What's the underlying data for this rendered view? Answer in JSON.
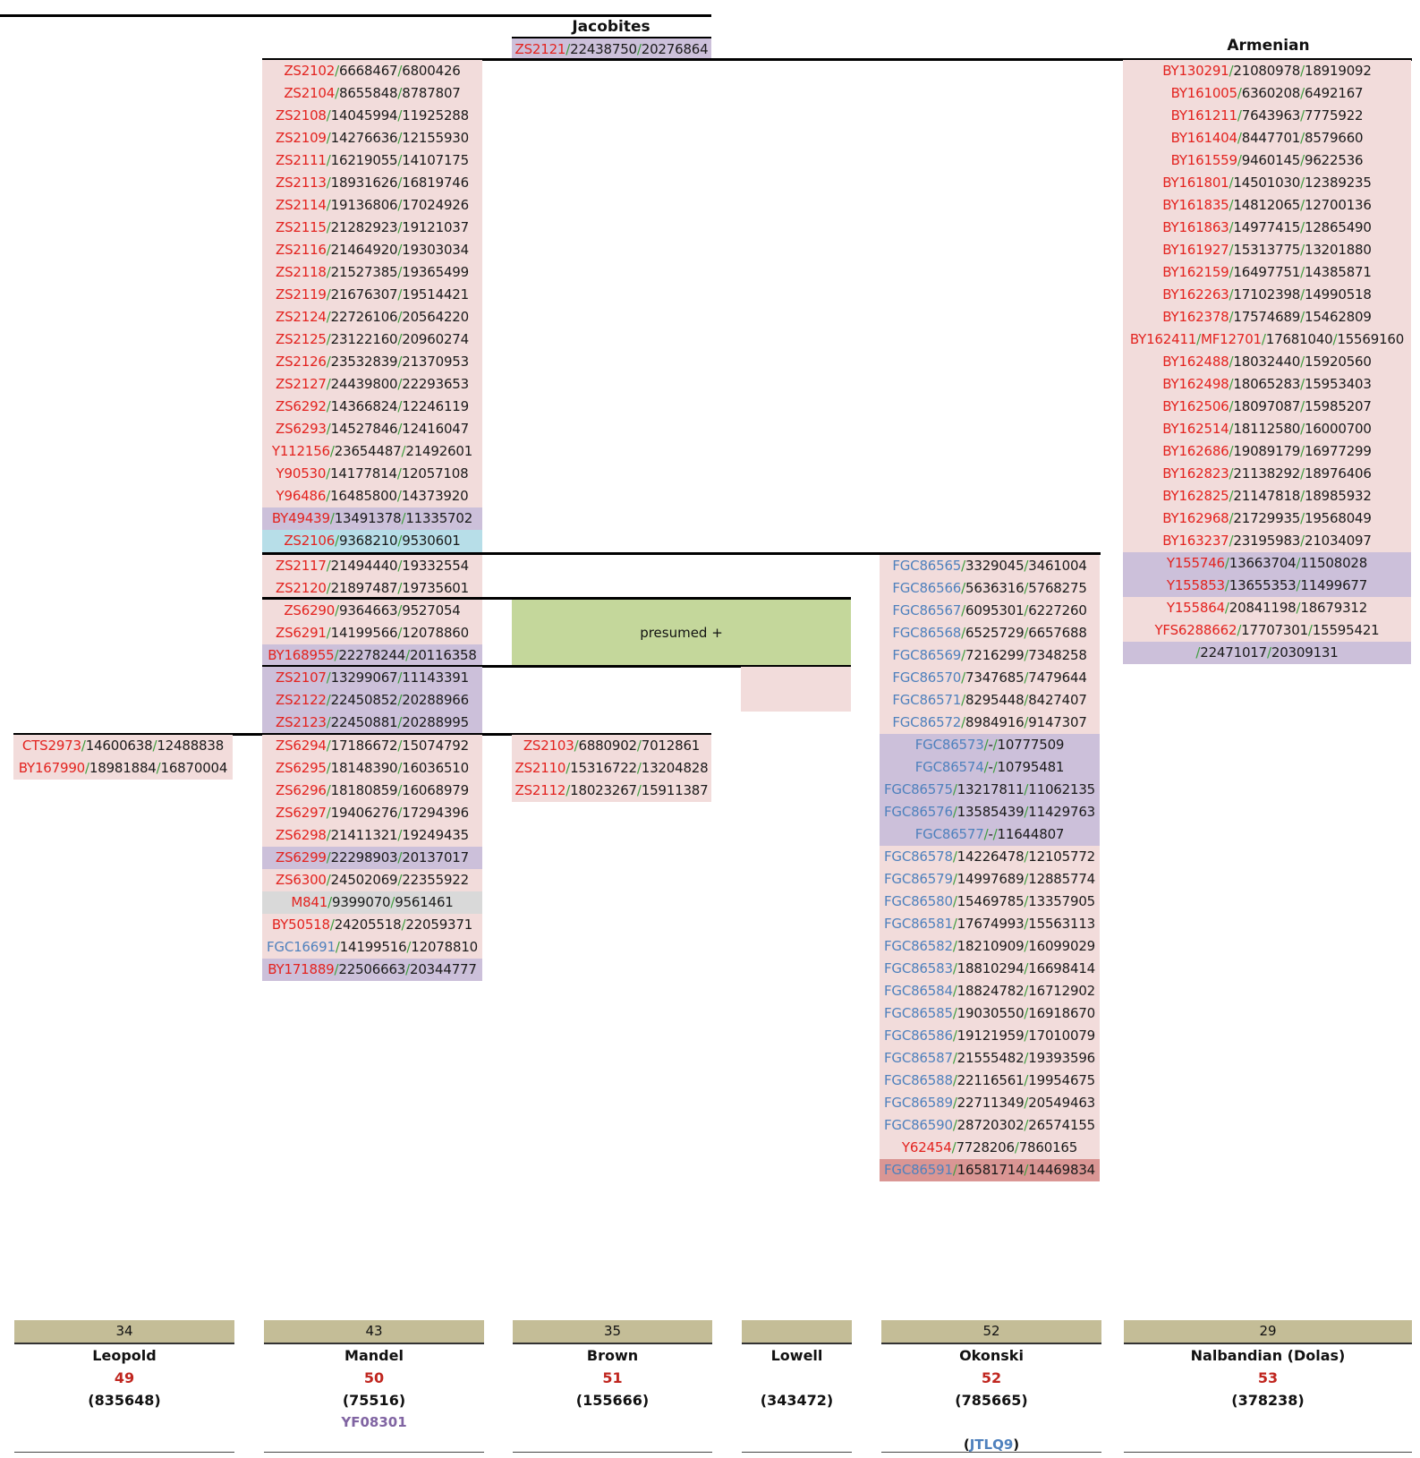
{
  "groups": {
    "jacobites": "Jacobites",
    "armenian": "Armenian",
    "presumed": "presumed +"
  },
  "jacobites_top": [
    {
      "snp": "ZS2121",
      "pos1": "22438750",
      "pos2": "20276864",
      "bg": "purple",
      "c": "r"
    }
  ],
  "leopold": [
    {
      "snp": "CTS2973",
      "pos1": "14600638",
      "pos2": "12488838",
      "bg": "pink",
      "c": "r"
    },
    {
      "snp": "BY167990",
      "pos1": "18981884",
      "pos2": "16870004",
      "bg": "pink",
      "c": "r"
    }
  ],
  "mandel_a": [
    {
      "snp": "ZS2102",
      "pos1": "6668467",
      "pos2": "6800426",
      "bg": "pink",
      "c": "r"
    },
    {
      "snp": "ZS2104",
      "pos1": "8655848",
      "pos2": "8787807",
      "bg": "pink",
      "c": "r"
    },
    {
      "snp": "ZS2108",
      "pos1": "14045994",
      "pos2": "11925288",
      "bg": "pink",
      "c": "r"
    },
    {
      "snp": "ZS2109",
      "pos1": "14276636",
      "pos2": "12155930",
      "bg": "pink",
      "c": "r"
    },
    {
      "snp": "ZS2111",
      "pos1": "16219055",
      "pos2": "14107175",
      "bg": "pink",
      "c": "r"
    },
    {
      "snp": "ZS2113",
      "pos1": "18931626",
      "pos2": "16819746",
      "bg": "pink",
      "c": "r"
    },
    {
      "snp": "ZS2114",
      "pos1": "19136806",
      "pos2": "17024926",
      "bg": "pink",
      "c": "r"
    },
    {
      "snp": "ZS2115",
      "pos1": "21282923",
      "pos2": "19121037",
      "bg": "pink",
      "c": "r"
    },
    {
      "snp": "ZS2116",
      "pos1": "21464920",
      "pos2": "19303034",
      "bg": "pink",
      "c": "r"
    },
    {
      "snp": "ZS2118",
      "pos1": "21527385",
      "pos2": "19365499",
      "bg": "pink",
      "c": "r"
    },
    {
      "snp": "ZS2119",
      "pos1": "21676307",
      "pos2": "19514421",
      "bg": "pink",
      "c": "r"
    },
    {
      "snp": "ZS2124",
      "pos1": "22726106",
      "pos2": "20564220",
      "bg": "pink",
      "c": "r"
    },
    {
      "snp": "ZS2125",
      "pos1": "23122160",
      "pos2": "20960274",
      "bg": "pink",
      "c": "r"
    },
    {
      "snp": "ZS2126",
      "pos1": "23532839",
      "pos2": "21370953",
      "bg": "pink",
      "c": "r"
    },
    {
      "snp": "ZS2127",
      "pos1": "24439800",
      "pos2": "22293653",
      "bg": "pink",
      "c": "r"
    },
    {
      "snp": "ZS6292",
      "pos1": "14366824",
      "pos2": "12246119",
      "bg": "pink",
      "c": "r"
    },
    {
      "snp": "ZS6293",
      "pos1": "14527846",
      "pos2": "12416047",
      "bg": "pink",
      "c": "r"
    },
    {
      "snp": "Y112156",
      "pos1": "23654487",
      "pos2": "21492601",
      "bg": "pink",
      "c": "r"
    },
    {
      "snp": "Y90530",
      "pos1": "14177814",
      "pos2": "12057108",
      "bg": "pink",
      "c": "r"
    },
    {
      "snp": "Y96486",
      "pos1": "16485800",
      "pos2": "14373920",
      "bg": "pink",
      "c": "r"
    },
    {
      "snp": "BY49439",
      "pos1": "13491378",
      "pos2": "11335702",
      "bg": "purple",
      "c": "r"
    },
    {
      "snp": "ZS2106",
      "pos1": "9368210",
      "pos2": "9530601",
      "bg": "cyan",
      "c": "r"
    }
  ],
  "mandel_b": [
    {
      "snp": "ZS2117",
      "pos1": "21494440",
      "pos2": "19332554",
      "bg": "pink",
      "c": "r"
    },
    {
      "snp": "ZS2120",
      "pos1": "21897487",
      "pos2": "19735601",
      "bg": "pink",
      "c": "r"
    }
  ],
  "mandel_c": [
    {
      "snp": "ZS6290",
      "pos1": "9364663",
      "pos2": "9527054",
      "bg": "pink",
      "c": "r"
    },
    {
      "snp": "ZS6291",
      "pos1": "14199566",
      "pos2": "12078860",
      "bg": "pink",
      "c": "r"
    },
    {
      "snp": "BY168955",
      "pos1": "22278244",
      "pos2": "20116358",
      "bg": "purple",
      "c": "r"
    }
  ],
  "mandel_d": [
    {
      "snp": "ZS2107",
      "pos1": "13299067",
      "pos2": "11143391",
      "bg": "purple",
      "c": "r"
    },
    {
      "snp": "ZS2122",
      "pos1": "22450852",
      "pos2": "20288966",
      "bg": "purple",
      "c": "r"
    },
    {
      "snp": "ZS2123",
      "pos1": "22450881",
      "pos2": "20288995",
      "bg": "purple",
      "c": "r"
    }
  ],
  "mandel_e": [
    {
      "snp": "ZS6294",
      "pos1": "17186672",
      "pos2": "15074792",
      "bg": "pink",
      "c": "r"
    },
    {
      "snp": "ZS6295",
      "pos1": "18148390",
      "pos2": "16036510",
      "bg": "pink",
      "c": "r"
    },
    {
      "snp": "ZS6296",
      "pos1": "18180859",
      "pos2": "16068979",
      "bg": "pink",
      "c": "r"
    },
    {
      "snp": "ZS6297",
      "pos1": "19406276",
      "pos2": "17294396",
      "bg": "pink",
      "c": "r"
    },
    {
      "snp": "ZS6298",
      "pos1": "21411321",
      "pos2": "19249435",
      "bg": "pink",
      "c": "r"
    },
    {
      "snp": "ZS6299",
      "pos1": "22298903",
      "pos2": "20137017",
      "bg": "purple",
      "c": "r"
    },
    {
      "snp": "ZS6300",
      "pos1": "24502069",
      "pos2": "22355922",
      "bg": "pink",
      "c": "r"
    },
    {
      "snp": "M841",
      "pos1": "9399070",
      "pos2": "9561461",
      "bg": "gray",
      "c": "r"
    },
    {
      "snp": "BY50518",
      "pos1": "24205518",
      "pos2": "22059371",
      "bg": "pink",
      "c": "r"
    },
    {
      "snp": "FGC16691",
      "pos1": "14199516",
      "pos2": "12078810",
      "bg": "pink",
      "c": "b"
    },
    {
      "snp": "BY171889",
      "pos1": "22506663",
      "pos2": "20344777",
      "bg": "purple",
      "c": "r"
    }
  ],
  "brown": [
    {
      "snp": "ZS2103",
      "pos1": "6880902",
      "pos2": "7012861",
      "bg": "pink",
      "c": "r"
    },
    {
      "snp": "ZS2110",
      "pos1": "15316722",
      "pos2": "13204828",
      "bg": "pink",
      "c": "r"
    },
    {
      "snp": "ZS2112",
      "pos1": "18023267",
      "pos2": "15911387",
      "bg": "pink",
      "c": "r"
    }
  ],
  "okonski": [
    {
      "snp": "FGC86565",
      "pos1": "3329045",
      "pos2": "3461004",
      "bg": "pink",
      "c": "b"
    },
    {
      "snp": "FGC86566",
      "pos1": "5636316",
      "pos2": "5768275",
      "bg": "pink",
      "c": "b"
    },
    {
      "snp": "FGC86567",
      "pos1": "6095301",
      "pos2": "6227260",
      "bg": "pink",
      "c": "b"
    },
    {
      "snp": "FGC86568",
      "pos1": "6525729",
      "pos2": "6657688",
      "bg": "pink",
      "c": "b"
    },
    {
      "snp": "FGC86569",
      "pos1": "7216299",
      "pos2": "7348258",
      "bg": "pink",
      "c": "b"
    },
    {
      "snp": "FGC86570",
      "pos1": "7347685",
      "pos2": "7479644",
      "bg": "pink",
      "c": "b"
    },
    {
      "snp": "FGC86571",
      "pos1": "8295448",
      "pos2": "8427407",
      "bg": "pink",
      "c": "b"
    },
    {
      "snp": "FGC86572",
      "pos1": "8984916",
      "pos2": "9147307",
      "bg": "pink",
      "c": "b"
    },
    {
      "snp": "FGC86573",
      "pos1": "-",
      "pos2": "10777509",
      "bg": "purple",
      "c": "b"
    },
    {
      "snp": "FGC86574",
      "pos1": "-",
      "pos2": "10795481",
      "bg": "purple",
      "c": "b"
    },
    {
      "snp": "FGC86575",
      "pos1": "13217811",
      "pos2": "11062135",
      "bg": "purple",
      "c": "b"
    },
    {
      "snp": "FGC86576",
      "pos1": "13585439",
      "pos2": "11429763",
      "bg": "purple",
      "c": "b"
    },
    {
      "snp": "FGC86577",
      "pos1": "-",
      "pos2": "11644807",
      "bg": "purple",
      "c": "b"
    },
    {
      "snp": "FGC86578",
      "pos1": "14226478",
      "pos2": "12105772",
      "bg": "pink",
      "c": "b"
    },
    {
      "snp": "FGC86579",
      "pos1": "14997689",
      "pos2": "12885774",
      "bg": "pink",
      "c": "b"
    },
    {
      "snp": "FGC86580",
      "pos1": "15469785",
      "pos2": "13357905",
      "bg": "pink",
      "c": "b"
    },
    {
      "snp": "FGC86581",
      "pos1": "17674993",
      "pos2": "15563113",
      "bg": "pink",
      "c": "b"
    },
    {
      "snp": "FGC86582",
      "pos1": "18210909",
      "pos2": "16099029",
      "bg": "pink",
      "c": "b"
    },
    {
      "snp": "FGC86583",
      "pos1": "18810294",
      "pos2": "16698414",
      "bg": "pink",
      "c": "b"
    },
    {
      "snp": "FGC86584",
      "pos1": "18824782",
      "pos2": "16712902",
      "bg": "pink",
      "c": "b"
    },
    {
      "snp": "FGC86585",
      "pos1": "19030550",
      "pos2": "16918670",
      "bg": "pink",
      "c": "b"
    },
    {
      "snp": "FGC86586",
      "pos1": "19121959",
      "pos2": "17010079",
      "bg": "pink",
      "c": "b"
    },
    {
      "snp": "FGC86587",
      "pos1": "21555482",
      "pos2": "19393596",
      "bg": "pink",
      "c": "b"
    },
    {
      "snp": "FGC86588",
      "pos1": "22116561",
      "pos2": "19954675",
      "bg": "pink",
      "c": "b"
    },
    {
      "snp": "FGC86589",
      "pos1": "22711349",
      "pos2": "20549463",
      "bg": "pink",
      "c": "b"
    },
    {
      "snp": "FGC86590",
      "pos1": "28720302",
      "pos2": "26574155",
      "bg": "pink",
      "c": "b"
    },
    {
      "snp": "Y62454",
      "pos1": "7728206",
      "pos2": "7860165",
      "bg": "pink",
      "c": "r"
    },
    {
      "snp": "FGC86591",
      "pos1": "16581714",
      "pos2": "14469834",
      "bg": "rose",
      "c": "b"
    }
  ],
  "armenian": [
    {
      "snp": "BY130291",
      "pos1": "21080978",
      "pos2": "18919092",
      "bg": "pink",
      "c": "r"
    },
    {
      "snp": "BY161005",
      "pos1": "6360208",
      "pos2": "6492167",
      "bg": "pink",
      "c": "r"
    },
    {
      "snp": "BY161211",
      "pos1": "7643963",
      "pos2": "7775922",
      "bg": "pink",
      "c": "r"
    },
    {
      "snp": "BY161404",
      "pos1": "8447701",
      "pos2": "8579660",
      "bg": "pink",
      "c": "r"
    },
    {
      "snp": "BY161559",
      "pos1": "9460145",
      "pos2": "9622536",
      "bg": "pink",
      "c": "r"
    },
    {
      "snp": "BY161801",
      "pos1": "14501030",
      "pos2": "12389235",
      "bg": "pink",
      "c": "r"
    },
    {
      "snp": "BY161835",
      "pos1": "14812065",
      "pos2": "12700136",
      "bg": "pink",
      "c": "r"
    },
    {
      "snp": "BY161863",
      "pos1": "14977415",
      "pos2": "12865490",
      "bg": "pink",
      "c": "r"
    },
    {
      "snp": "BY161927",
      "pos1": "15313775",
      "pos2": "13201880",
      "bg": "pink",
      "c": "r"
    },
    {
      "snp": "BY162159",
      "pos1": "16497751",
      "pos2": "14385871",
      "bg": "pink",
      "c": "r"
    },
    {
      "snp": "BY162263",
      "pos1": "17102398",
      "pos2": "14990518",
      "bg": "pink",
      "c": "r"
    },
    {
      "snp": "BY162378",
      "pos1": "17574689",
      "pos2": "15462809",
      "bg": "pink",
      "c": "r"
    },
    {
      "snp": "BY162411",
      "alt": "MF12701",
      "pos1": "17681040",
      "pos2": "15569160",
      "bg": "pink",
      "c": "r"
    },
    {
      "snp": "BY162488",
      "pos1": "18032440",
      "pos2": "15920560",
      "bg": "pink",
      "c": "r"
    },
    {
      "snp": "BY162498",
      "pos1": "18065283",
      "pos2": "15953403",
      "bg": "pink",
      "c": "r"
    },
    {
      "snp": "BY162506",
      "pos1": "18097087",
      "pos2": "15985207",
      "bg": "pink",
      "c": "r"
    },
    {
      "snp": "BY162514",
      "pos1": "18112580",
      "pos2": "16000700",
      "bg": "pink",
      "c": "r"
    },
    {
      "snp": "BY162686",
      "pos1": "19089179",
      "pos2": "16977299",
      "bg": "pink",
      "c": "r"
    },
    {
      "snp": "BY162823",
      "pos1": "21138292",
      "pos2": "18976406",
      "bg": "pink",
      "c": "r"
    },
    {
      "snp": "BY162825",
      "pos1": "21147818",
      "pos2": "18985932",
      "bg": "pink",
      "c": "r"
    },
    {
      "snp": "BY162968",
      "pos1": "21729935",
      "pos2": "19568049",
      "bg": "pink",
      "c": "r"
    },
    {
      "snp": "BY163237",
      "pos1": "23195983",
      "pos2": "21034097",
      "bg": "pink",
      "c": "r"
    },
    {
      "snp": "Y155746",
      "pos1": "13663704",
      "pos2": "11508028",
      "bg": "purple",
      "c": "r"
    },
    {
      "snp": "Y155853",
      "pos1": "13655353",
      "pos2": "11499677",
      "bg": "purple",
      "c": "r"
    },
    {
      "snp": "Y155864",
      "pos1": "20841198",
      "pos2": "18679312",
      "bg": "pink",
      "c": "r"
    },
    {
      "snp": "YFS6288662",
      "pos1": "17707301",
      "pos2": "15595421",
      "bg": "pink",
      "c": "r"
    },
    {
      "snp": "",
      "pos1": "22471017",
      "pos2": "20309131",
      "bg": "purple",
      "c": "r"
    }
  ],
  "footer": [
    {
      "num": "34",
      "name": "Leopold",
      "idx": "49",
      "kit": "(835648)",
      "extra": ""
    },
    {
      "num": "43",
      "name": "Mandel",
      "idx": "50",
      "kit": "(75516)",
      "extra": "YF08301"
    },
    {
      "num": "35",
      "name": "Brown",
      "idx": "51",
      "kit": "(155666)",
      "extra": ""
    },
    {
      "num": "",
      "name": "Lowell",
      "idx": "",
      "kit": "(343472)",
      "extra": ""
    },
    {
      "num": "52",
      "name": "Okonski",
      "idx": "52",
      "kit": "(785665)",
      "extra": "",
      "link": "JTLQ9"
    },
    {
      "num": "29",
      "name": "Nalbandian (Dolas)",
      "idx": "53",
      "kit": "(378238)",
      "extra": ""
    }
  ],
  "colors": {
    "snp_red": "#e3231f",
    "snp_blue": "#4f81bd",
    "slash_green": "#3d9e3d",
    "pink": "#f2dcdb",
    "purple": "#ccc0da",
    "cyan": "#b7dee8",
    "gray": "#d9d9d9",
    "rose": "#da9694",
    "green": "#c4d79b",
    "tan": "#c4bd97",
    "index_red": "#c0261f",
    "extra_purple": "#8064a2"
  }
}
